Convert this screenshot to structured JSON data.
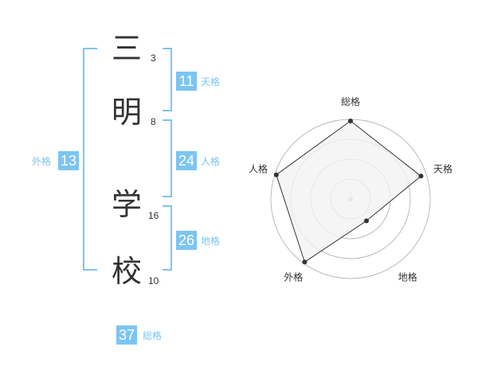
{
  "name": {
    "chars": [
      {
        "char": "三",
        "strokes": "3"
      },
      {
        "char": "明",
        "strokes": "8"
      },
      {
        "char": "学",
        "strokes": "16"
      },
      {
        "char": "校",
        "strokes": "10"
      }
    ]
  },
  "kaku": {
    "tenkaku": {
      "value": "11",
      "label": "天格"
    },
    "jinkaku": {
      "value": "24",
      "label": "人格"
    },
    "chikaku": {
      "value": "26",
      "label": "地格"
    },
    "gaikaku": {
      "value": "13",
      "label": "外格"
    },
    "soukaku": {
      "value": "37",
      "label": "総格"
    }
  },
  "chart_data": {
    "type": "radar",
    "axes": [
      "総格",
      "天格",
      "地格",
      "外格",
      "人格"
    ],
    "values": [
      0.98,
      0.93,
      0.34,
      0.98,
      0.98
    ],
    "range": [
      0,
      1
    ],
    "rings": 4,
    "colors": {
      "fill": "#f2f2f2",
      "line": "#333333",
      "ring": "#bbbbbb",
      "center": "#bbbbbb"
    }
  }
}
